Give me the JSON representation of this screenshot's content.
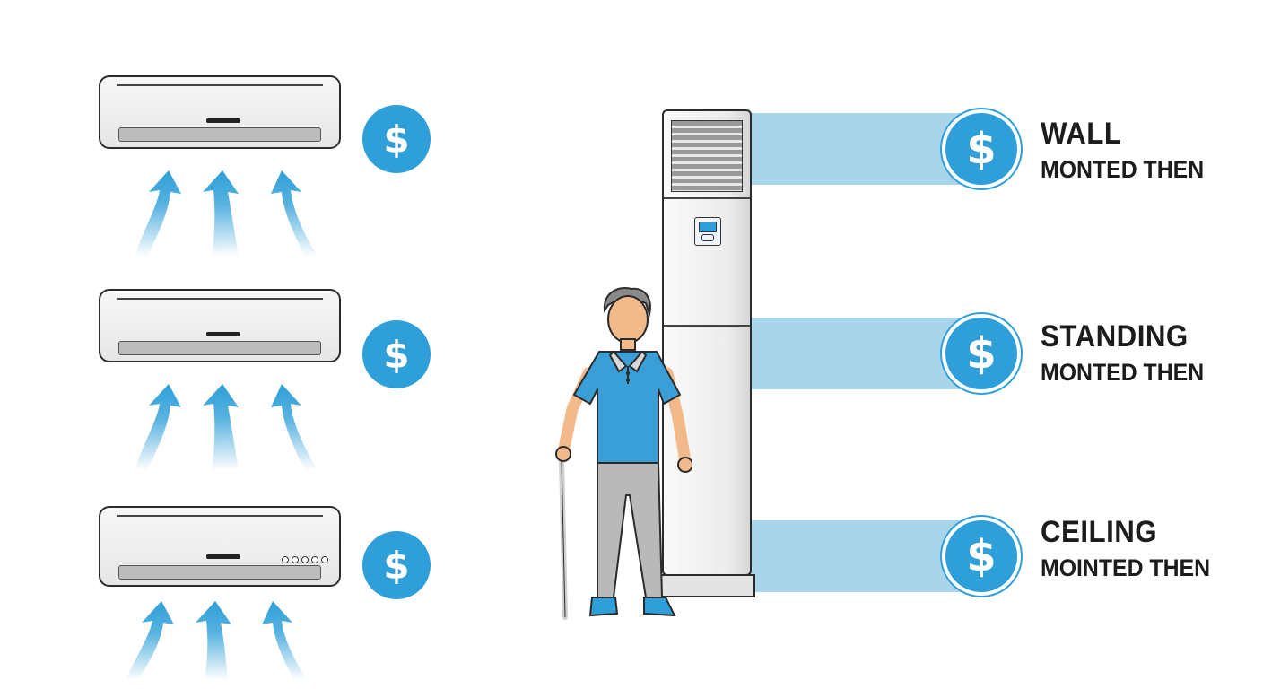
{
  "currency_symbol": "$",
  "labels": [
    {
      "title": "WALL",
      "subtitle": "MONTED THEN"
    },
    {
      "title": "STANDING",
      "subtitle": "MONTED THEN"
    },
    {
      "title": "CEILING",
      "subtitle": "MOINTED THEN"
    }
  ],
  "colors": {
    "accent_blue": "#2e9fd8",
    "band_blue": "#a8d5ea",
    "shirt_blue": "#3a9fd6",
    "outline": "#2b2b2b"
  },
  "icons": [
    "wall-ac-unit-icon",
    "dollar-coin-icon",
    "airflow-arrows-icon",
    "floor-standing-ac-icon",
    "person-with-cane-icon"
  ]
}
